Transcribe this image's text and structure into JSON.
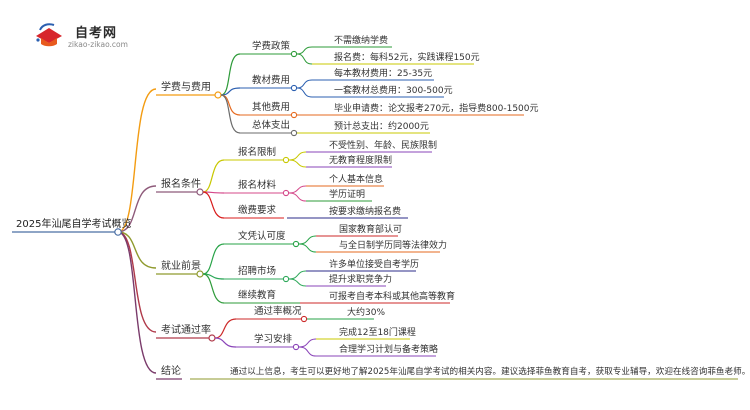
{
  "logo": {
    "title": "自考网",
    "url": "zikao-zikao.com"
  },
  "root": "2025年汕尾自学考试概览",
  "branches": [
    {
      "label": "学费与费用",
      "children": [
        {
          "label": "学费政策",
          "leaves": [
            "不需缴纳学费",
            "报名费：每科52元，实践课程150元"
          ]
        },
        {
          "label": "教材费用",
          "leaves": [
            "每本教材费用：25-35元",
            "一套教材总费用：300-500元"
          ]
        },
        {
          "label": "其他费用",
          "leaves": [
            "毕业申请费：论文报考270元，指导费800-1500元"
          ]
        },
        {
          "label": "总体支出",
          "leaves": [
            "预计总支出：约2000元"
          ]
        }
      ]
    },
    {
      "label": "报名条件",
      "children": [
        {
          "label": "报名限制",
          "leaves": [
            "不受性别、年龄、民族限制",
            "无教育程度限制"
          ]
        },
        {
          "label": "报名材料",
          "leaves": [
            "个人基本信息",
            "学历证明"
          ]
        },
        {
          "label": "缴费要求",
          "leaves": [
            "按要求缴纳报名费"
          ]
        }
      ]
    },
    {
      "label": "就业前景",
      "children": [
        {
          "label": "文凭认可度",
          "leaves": [
            "国家教育部认可",
            "与全日制学历同等法律效力"
          ]
        },
        {
          "label": "招聘市场",
          "leaves": [
            "许多单位接受自考学历",
            "提升求职竞争力"
          ]
        },
        {
          "label": "继续教育",
          "leaves": [
            "可报考自考本科或其他高等教育"
          ]
        }
      ]
    },
    {
      "label": "考试通过率",
      "children": [
        {
          "label": "通过率概况",
          "leaves": [
            "大约30%"
          ]
        },
        {
          "label": "学习安排",
          "leaves": [
            "完成12至18门课程",
            "合理学习计划与备考策略"
          ]
        }
      ]
    },
    {
      "label": "结论",
      "text": "通过以上信息，考生可以更好地了解2025年汕尾自学考试的相关内容。建议选择菲鱼教育自考，获取专业辅导，欢迎在线咨询菲鱼老师。"
    }
  ],
  "colors": {
    "fees": "#f39c12",
    "signup": "#8e5a7a",
    "jobs": "#8f9a2e",
    "pass": "#b03a4a",
    "conclusion": "#7a3b6b",
    "sub": [
      "#2e9b3a",
      "#2b5fb0",
      "#e66a1f",
      "#6b6b6b",
      "#c8c800",
      "#d4488a",
      "#d81b1b",
      "#2b2b8a",
      "#27a347",
      "#2ea85a",
      "#8a44b8",
      "#cc2a2a"
    ]
  }
}
